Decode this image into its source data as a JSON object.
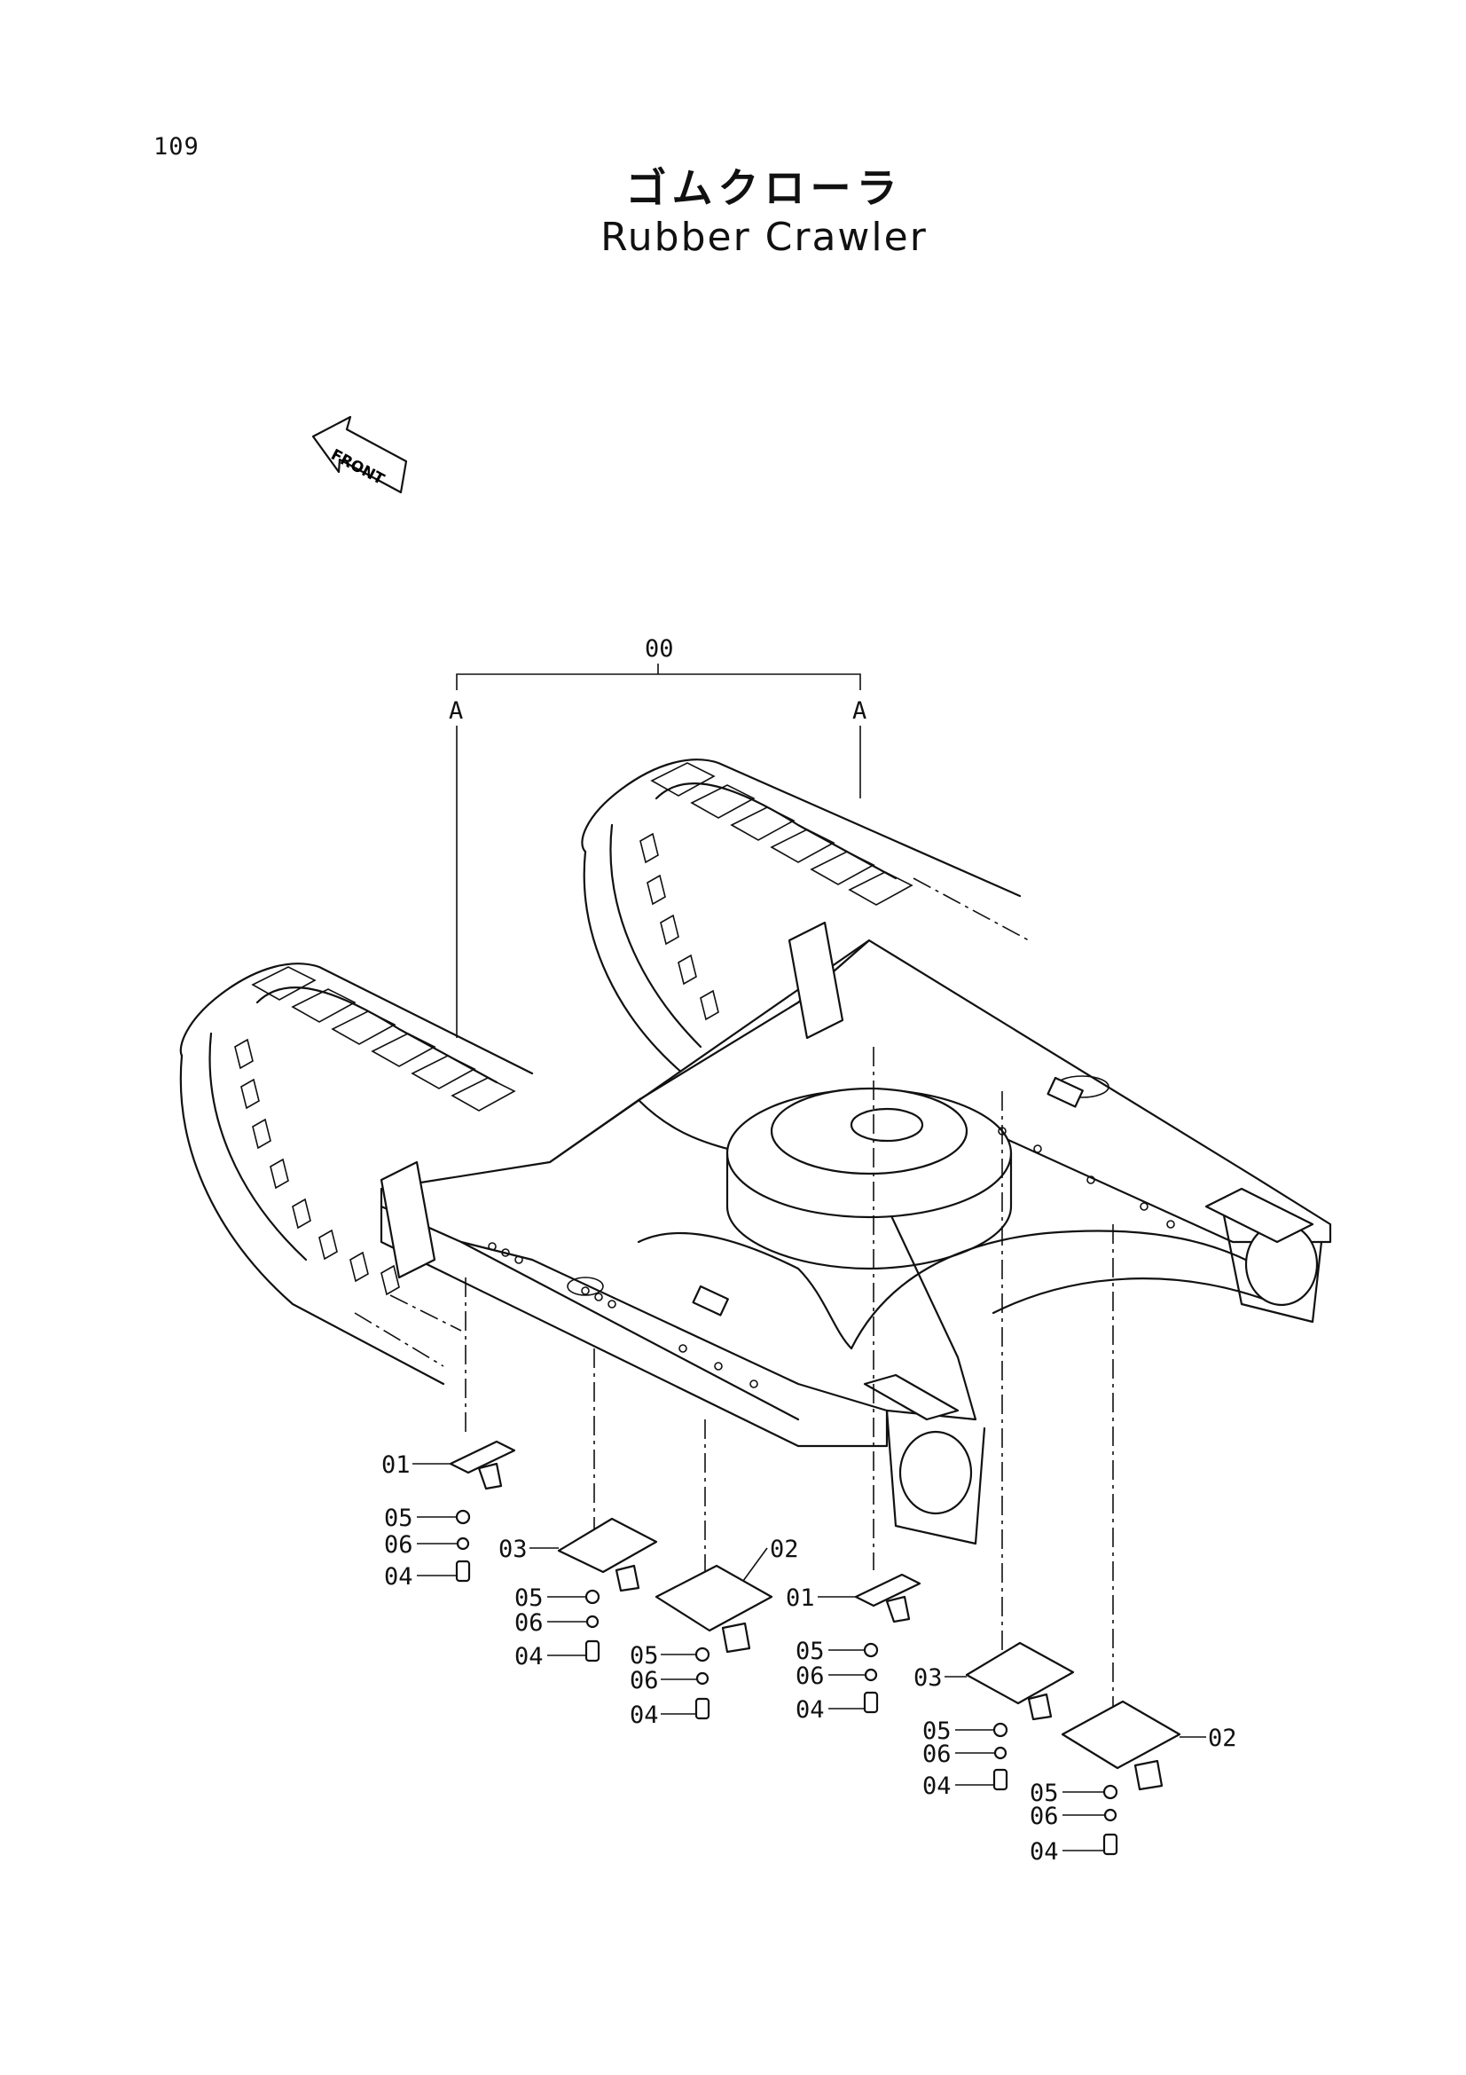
{
  "page": {
    "number": "109",
    "title_jp": "ゴムクローラ",
    "title_en": "Rubber Crawler"
  },
  "front_arrow": {
    "label": "FRONT",
    "icon": "front-arrow-icon"
  },
  "assembly": {
    "label": "00",
    "section_marks": [
      "A",
      "A"
    ]
  },
  "callouts": {
    "c01a": "01",
    "c05a": "05",
    "c06a": "06",
    "c04a": "04",
    "c03a": "03",
    "c05b": "05",
    "c06b": "06",
    "c04b": "04",
    "c02a": "02",
    "c05c": "05",
    "c06c": "06",
    "c04c": "04",
    "c01b": "01",
    "c05d": "05",
    "c06d": "06",
    "c04d": "04",
    "c03b": "03",
    "c05e": "05",
    "c06e": "06",
    "c04e": "04",
    "c02b": "02",
    "c05f": "05",
    "c06f": "06",
    "c04f": "04"
  }
}
